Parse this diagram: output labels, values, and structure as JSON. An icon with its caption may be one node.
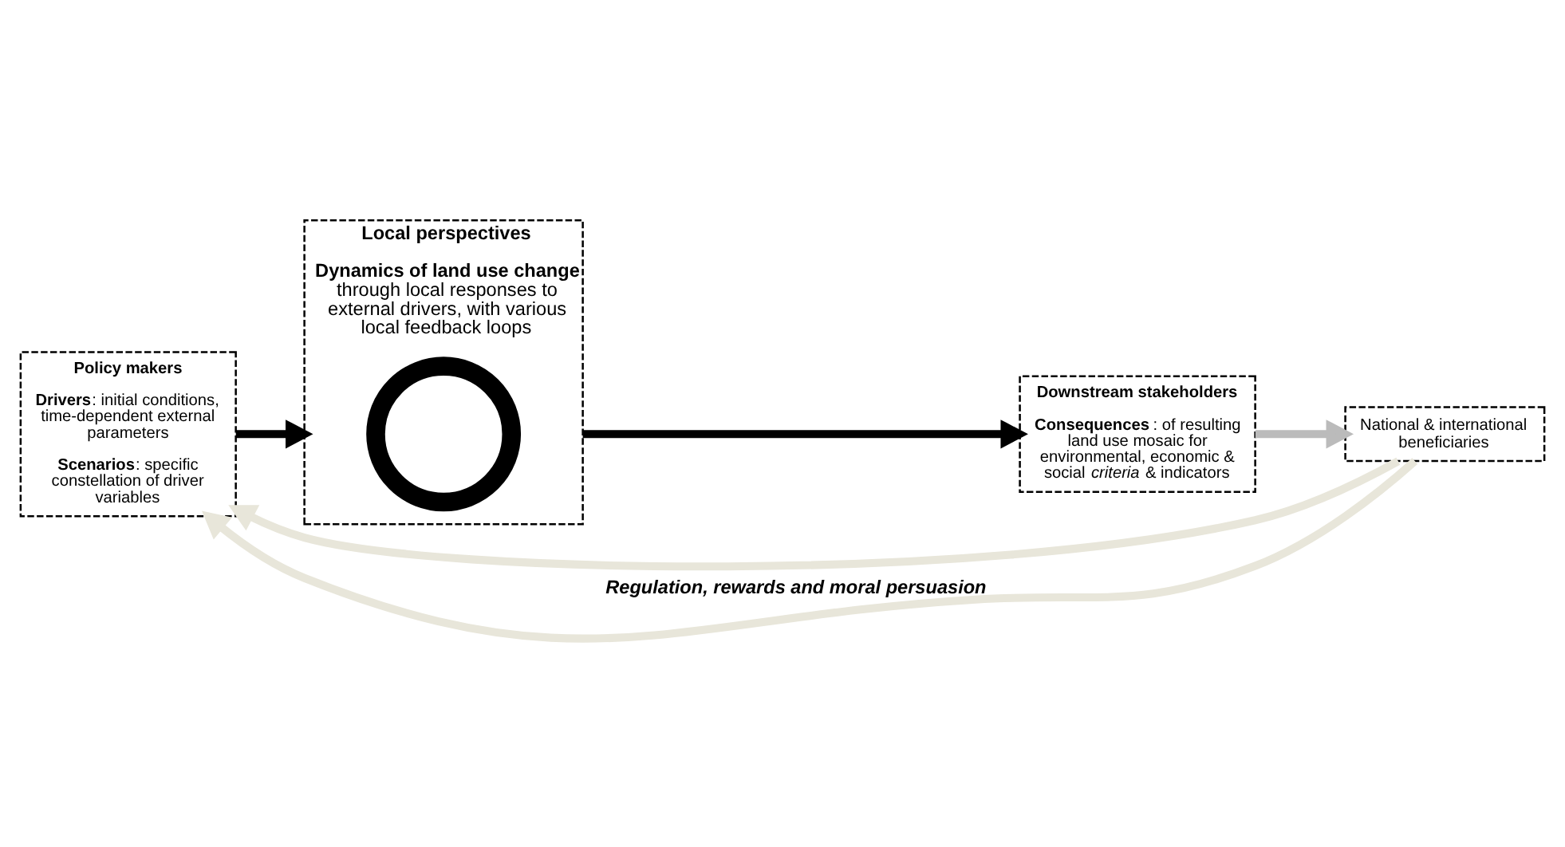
{
  "diagram": {
    "nodes": [
      {
        "text": [
          "Policy makers",
          "**Drivers**: initial conditions, time-dependent external parameters",
          "**Scenarios**: specific constellation of driver variables"
        ]
      },
      {
        "text": [
          "Local perspectives",
          "**Dynamics of land use change** through local responses to external drivers, with various local feedback loops"
        ]
      },
      {
        "text": [
          "Downstream stakeholders",
          "**Consequences**: of resulting land use mosaic for environmental, economic & social *criteria* & indicators"
        ]
      },
      {
        "text": [
          "National & international beneficiaries"
        ]
      },
      {
        "text": [],
        "shape": "circle",
        "in": 1
      }
    ],
    "edges": [
      {
        "from": 0,
        "to": 1,
        "arrow": "to"
      },
      {
        "from": 1,
        "to": 2,
        "arrow": "to"
      },
      {
        "from": 2,
        "to": 3,
        "arrow": "to",
        "color": "#bbbbbb"
      },
      {
        "from": 3,
        "to": 0,
        "arrow": "to",
        "color": "#e8e6da"
      },
      {
        "from": 3,
        "to": 0,
        "arrow": "to",
        "color": "#e8e6da",
        "label": "Regulation, rewards and moral persuasion"
      }
    ]
  }
}
